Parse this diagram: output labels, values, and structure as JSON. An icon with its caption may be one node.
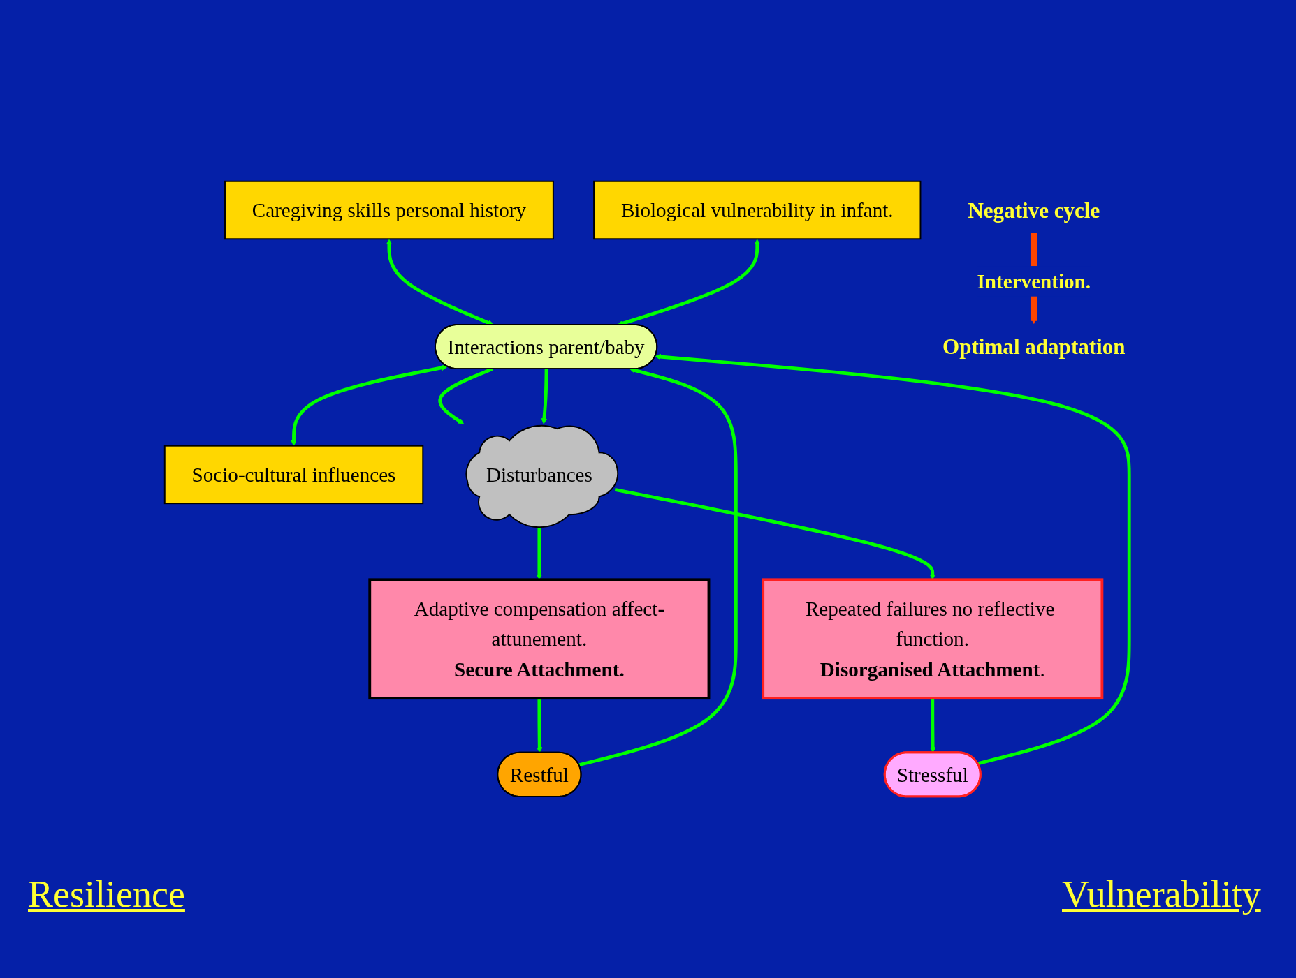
{
  "diagram": {
    "nodes": [
      {
        "text": [
          "Caregiving skills personal history"
        ]
      },
      {
        "text": [
          "Biological vulnerability in infant."
        ]
      },
      {
        "text": [
          "Interactions parent/baby"
        ]
      },
      {
        "text": [
          "Socio-cultural influences"
        ]
      },
      {
        "text": [
          "Restful"
        ]
      },
      {
        "text": [
          "Stressful"
        ]
      },
      {
        "text": [
          "Disturbances"
        ]
      },
      {
        "text": [
          "Adaptive compensation affect-attunement.",
          "Secure Attachment."
        ]
      },
      {
        "text": [
          "Repeated failures no reflective function.",
          "**Disorganised Attachment**."
        ]
      },
      {
        "text": [
          "Optimal adaptation"
        ]
      },
      {
        "text": [
          "Negative cycle"
        ]
      }
    ],
    "edges": [
      {
        "from": 0,
        "to": 2,
        "arrow": "both"
      },
      {
        "from": 1,
        "to": 2,
        "arrow": "both"
      },
      {
        "from": 2,
        "to": 3,
        "arrow": "both"
      },
      {
        "from": 4,
        "to": 2,
        "arrow": "to"
      },
      {
        "from": 5,
        "to": 2,
        "arrow": "to"
      },
      {
        "from": 2,
        "to": 6,
        "arrow": "to"
      },
      {
        "from": 2,
        "to": 6,
        "arrow": "to"
      },
      {
        "from": 6,
        "to": 7,
        "arrow": "to"
      },
      {
        "from": 6,
        "to": 8,
        "arrow": "to"
      },
      {
        "from": 7,
        "to": 4,
        "arrow": "to"
      },
      {
        "from": 8,
        "to": 5,
        "arrow": "to"
      },
      {
        "from": 10,
        "to": 9,
        "arrow": "to",
        "label": "Intervention.",
        "style": "thick",
        "color": "#ff4500"
      }
    ],
    "labels": [
      "Resilience",
      "Vulnerability"
    ]
  }
}
